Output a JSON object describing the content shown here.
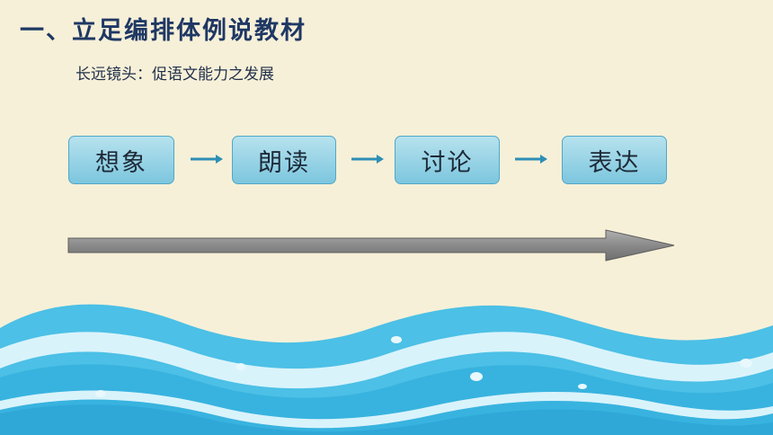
{
  "header": {
    "title": "一、立足编排体例说教材",
    "subtitle": "长远镜头：促语文能力之发展"
  },
  "flow": {
    "steps": [
      "想象",
      "朗读",
      "讨论",
      "表达"
    ]
  },
  "colors": {
    "title": "#1f3864",
    "box_fill": "#9fd6e8",
    "box_border": "#4fa8c8",
    "arrow": "#2e8fb6",
    "progress_arrow": "#8c8c8c",
    "wave_blue": "#4cc0e6",
    "wave_light": "#d9f3fb",
    "background": "#f7f0d8"
  }
}
